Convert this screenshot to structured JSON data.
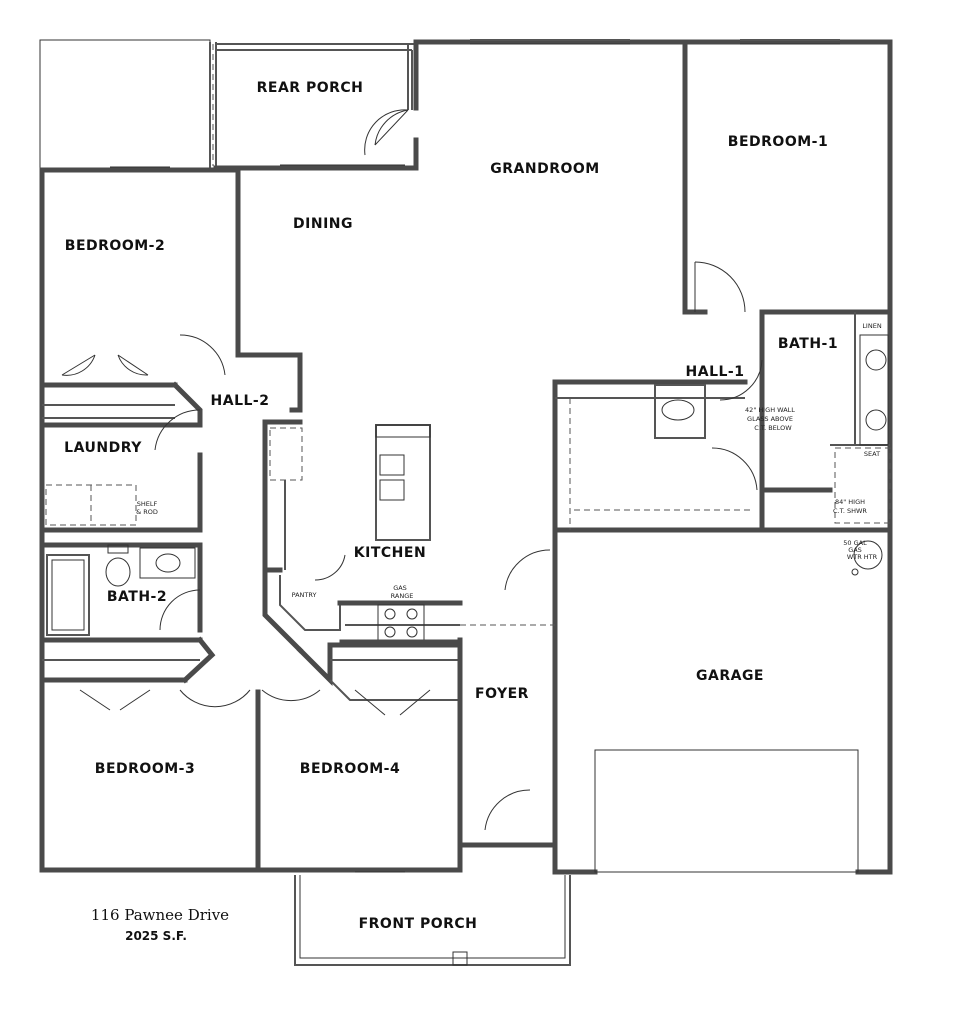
{
  "rooms": {
    "rear_porch": "REAR PORCH",
    "grandroom": "GRANDROOM",
    "bedroom_1": "BEDROOM-1",
    "dining": "DINING",
    "bedroom_2": "BEDROOM-2",
    "hall_2": "HALL-2",
    "bath_1": "BATH-1",
    "hall_1": "HALL-1",
    "laundry": "LAUNDRY",
    "kitchen": "KITCHEN",
    "bath_2": "BATH-2",
    "garage": "GARAGE",
    "foyer": "FOYER",
    "bedroom_3": "BEDROOM-3",
    "bedroom_4": "BEDROOM-4",
    "front_porch": "FRONT PORCH"
  },
  "notes": {
    "linen": "LINEN",
    "wall_line1": "42\" HIGH WALL",
    "wall_line2": "GLASS ABOVE",
    "wall_line3": "C.T. BELOW",
    "seat": "SEAT",
    "shower_line1": "84\" HIGH",
    "shower_line2": "C.T. SHWR",
    "heater_line1": "50 GAL",
    "heater_line2": "GAS",
    "heater_line3": "WTR HTR",
    "shelf_line1": "SHELF",
    "shelf_line2": "& ROD",
    "pantry": "PANTRY",
    "range_line1": "GAS",
    "range_line2": "RANGE"
  },
  "caption": {
    "address": "116 Pawnee Drive",
    "area": "2025 S.F."
  }
}
